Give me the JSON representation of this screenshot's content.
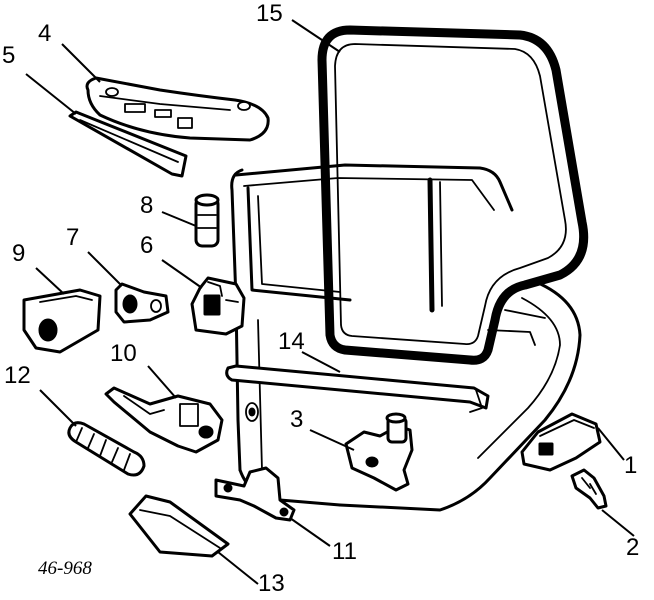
{
  "diagram": {
    "reference_code": "46-968",
    "callouts": [
      {
        "id": "1",
        "label": "1"
      },
      {
        "id": "2",
        "label": "2"
      },
      {
        "id": "3",
        "label": "3"
      },
      {
        "id": "4",
        "label": "4"
      },
      {
        "id": "5",
        "label": "5"
      },
      {
        "id": "6",
        "label": "6"
      },
      {
        "id": "7",
        "label": "7"
      },
      {
        "id": "8",
        "label": "8"
      },
      {
        "id": "9",
        "label": "9"
      },
      {
        "id": "10",
        "label": "10"
      },
      {
        "id": "11",
        "label": "11"
      },
      {
        "id": "12",
        "label": "12"
      },
      {
        "id": "13",
        "label": "13"
      },
      {
        "id": "14",
        "label": "14"
      },
      {
        "id": "15",
        "label": "15"
      }
    ]
  },
  "colors": {
    "ink": "#000000",
    "paper": "#ffffff"
  }
}
